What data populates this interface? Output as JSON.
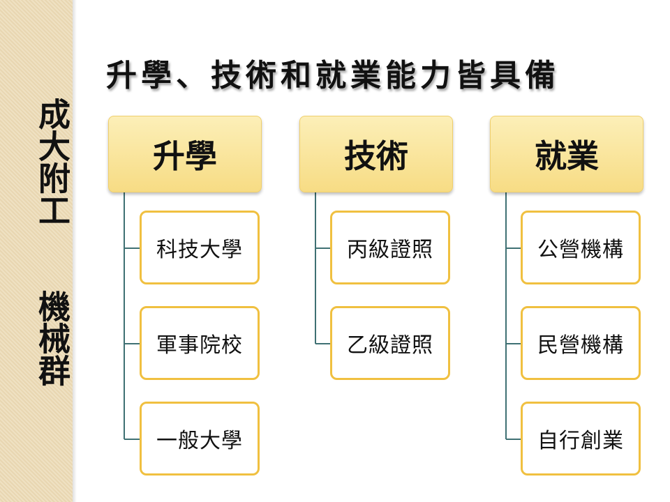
{
  "sidebar": {
    "line1": "成大附工",
    "line2": "機械群"
  },
  "title": "升學、技術和就業能力皆具備",
  "groups": [
    {
      "heading": "升學",
      "items": [
        "科技大學",
        "軍事院校",
        "一般大學"
      ]
    },
    {
      "heading": "技術",
      "items": [
        "丙級證照",
        "乙級證照"
      ]
    },
    {
      "heading": "就業",
      "items": [
        "公營機構",
        "民營機構",
        "自行創業"
      ]
    }
  ],
  "colors": {
    "connector": "#3f7073",
    "item_border": "#f0c040",
    "heading_fill": "#f7dc84"
  }
}
